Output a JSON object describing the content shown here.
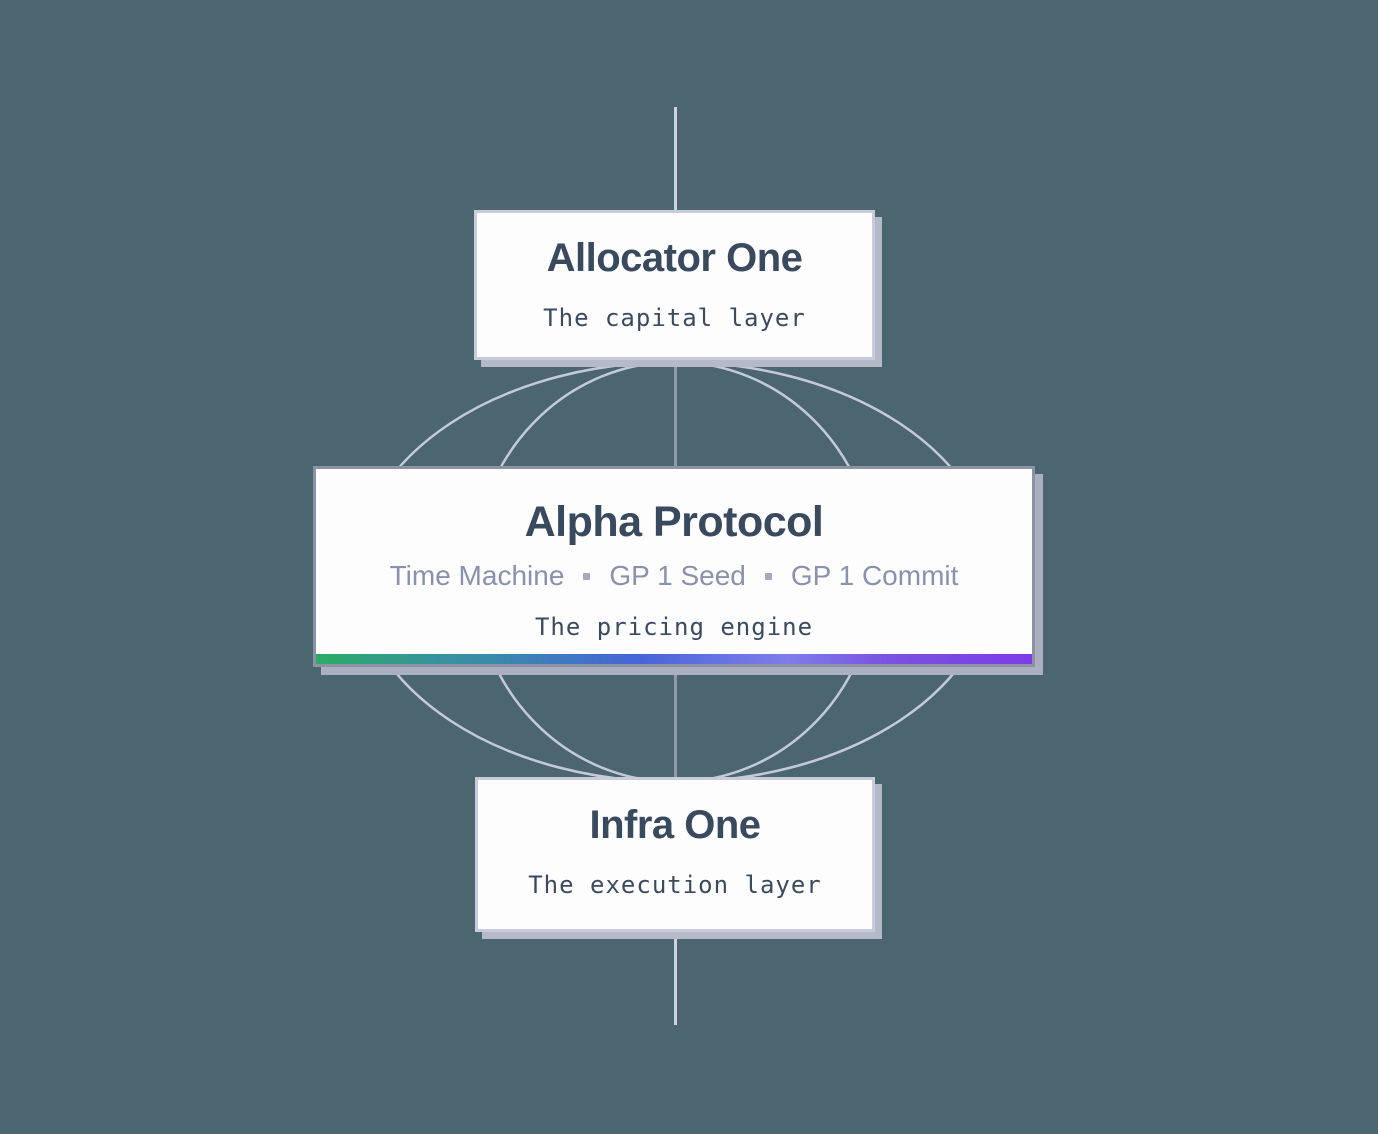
{
  "canvas": {
    "background": "#4c6670"
  },
  "diagram": {
    "nodes": {
      "allocator": {
        "title": "Allocator One",
        "subtitle": "The capital layer"
      },
      "alpha": {
        "title": "Alpha Protocol",
        "features": [
          "Time Machine",
          "GP 1 Seed",
          "GP 1 Commit"
        ],
        "subtitle": "The pricing engine"
      },
      "infra": {
        "title": "Infra One",
        "subtitle": "The execution layer"
      }
    },
    "colors": {
      "card_background": "#fdfdfe",
      "card_border": "#c8ccda",
      "highlight_card_border": "#8b92a6",
      "card_shadow": "#b5b9c8",
      "title_text": "#394a5e",
      "mono_text": "#3c4a60",
      "feature_text": "#8a91ae",
      "orbit_line": "#c5cad8",
      "axis_line_bright": "#ced3df",
      "axis_line_muted": "#9399ad",
      "accent_gradient": [
        "#2cab63",
        "#3b87ae",
        "#4565d6",
        "#7e7ce9",
        "#7c3ce8"
      ]
    }
  }
}
